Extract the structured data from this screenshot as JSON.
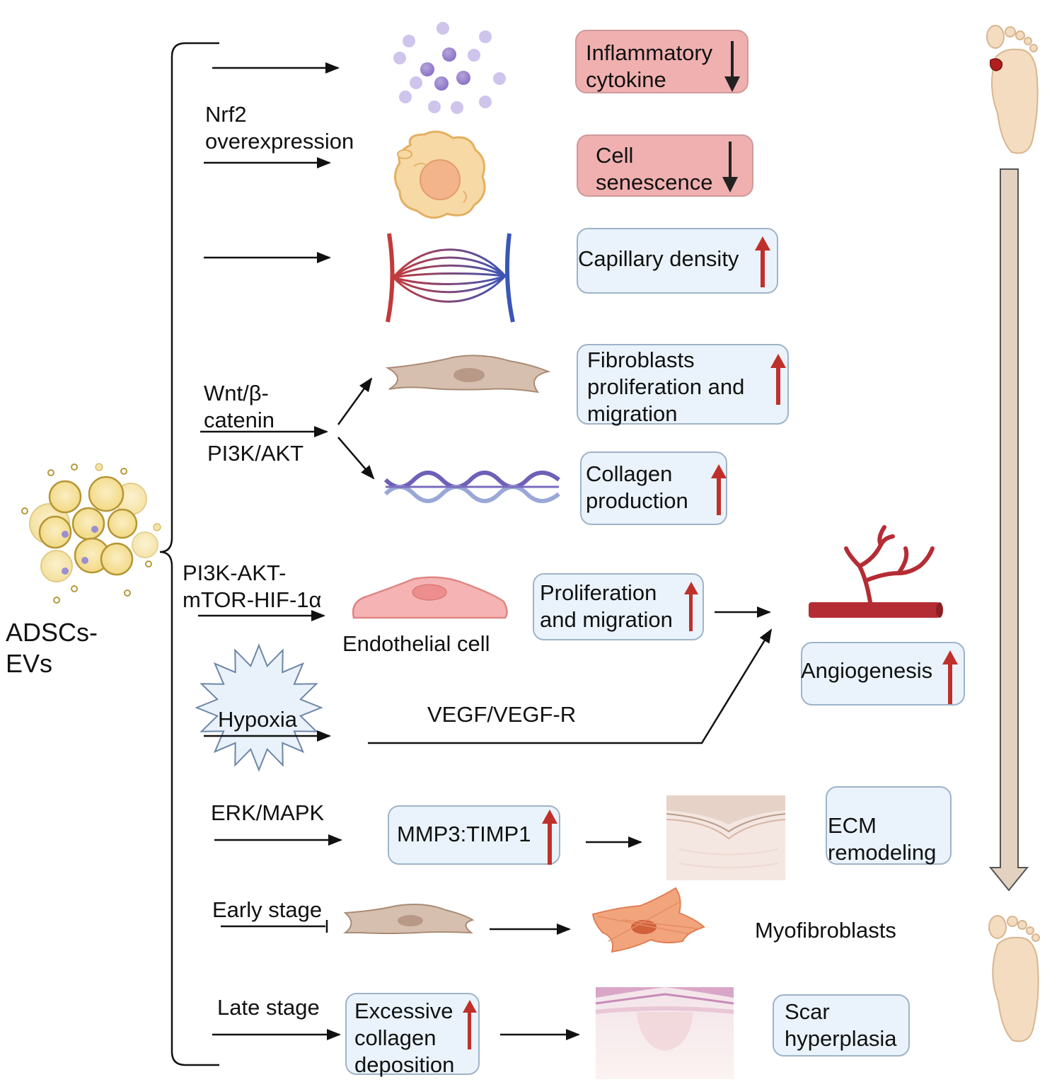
{
  "source": {
    "line1": "ADSCs-",
    "line2": "EVs",
    "icon": "adipose-cell-cluster-icon"
  },
  "pathways": {
    "nrf2_line1": "Nrf2",
    "nrf2_line2": "overexpression",
    "wnt_line1": "Wnt/β-",
    "wnt_line2": "catenin",
    "pi3k_akt": "PI3K/AKT",
    "pi3k_mtor_line1": "PI3K-AKT-",
    "pi3k_mtor_line2": "mTOR-HIF-1α",
    "hypoxia": "Hypoxia",
    "vegf": "VEGF/VEGF-R",
    "erk": "ERK/MAPK",
    "early": "Early stage",
    "late": "Late stage"
  },
  "cells": {
    "endothelial": "Endothelial cell",
    "myofibroblasts": "Myofibroblasts"
  },
  "boxes": {
    "inflammatory": {
      "line1": "Inflammatory",
      "line2": "cytokine",
      "trend": "down"
    },
    "senescence": {
      "line1": "Cell",
      "line2": "senescence",
      "trend": "down"
    },
    "capillary": {
      "line1": "Capillary density",
      "trend": "up"
    },
    "fibroblasts": {
      "line1": "Fibroblasts",
      "line2": "proliferation and",
      "line3": "migration",
      "trend": "up"
    },
    "collagen": {
      "line1": "Collagen",
      "line2": "production",
      "trend": "up"
    },
    "prolif": {
      "line1": "Proliferation",
      "line2": "and migration",
      "trend": "up"
    },
    "angiogenesis": {
      "line1": "Angiogenesis",
      "trend": "up"
    },
    "mmp": {
      "line1": "MMP3:TIMP1",
      "trend": "up"
    },
    "ecm": {
      "line1": "ECM",
      "line2": "remodeling"
    },
    "excessive": {
      "line1": "Excessive",
      "line2": "collagen",
      "line3": "deposition",
      "trend": "up"
    },
    "scar": {
      "line1": "Scar",
      "line2": "hyperplasia"
    }
  },
  "colors": {
    "up_arrow": "#c0302b",
    "down_arrow": "#222222",
    "pink_box": "#f0b0b0",
    "blue_box": "#eaf3fb",
    "box_border": "#9fb3c8",
    "progress_arrow": "#e3d2c0"
  },
  "icons": [
    "cytokine-particles-icon",
    "senescent-cell-icon",
    "capillary-network-icon",
    "fibroblast-icon",
    "collagen-fiber-icon",
    "endothelial-cell-icon",
    "hypoxia-starburst-icon",
    "blood-vessel-sprouting-icon",
    "skin-ecm-tissue-icon",
    "myofibroblast-icon",
    "scar-tissue-icon",
    "foot-wound-icon",
    "healed-foot-icon"
  ]
}
